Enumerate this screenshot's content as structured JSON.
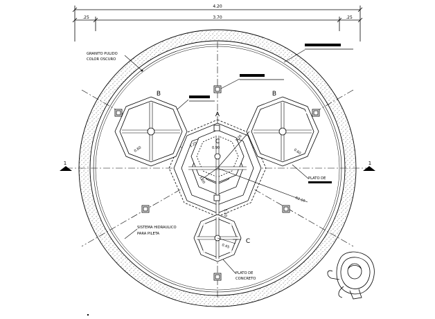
{
  "dimensions": {
    "overall": "4.20",
    "left_offset": ".25",
    "inner": "3.70",
    "right_offset": ".25"
  },
  "callouts": {
    "granite": [
      "GRANITO PULIDO",
      "COLOR OSCURO"
    ],
    "hydraulic": [
      "SISTEMA HIDRAULICO",
      "PARA PILETA"
    ],
    "plate_right": "PLATO DE",
    "plate_bottom": [
      "PLATO DE",
      "CONCRETO"
    ]
  },
  "section_marks": {
    "left": "1",
    "right": "1"
  },
  "plate_labels": {
    "a": "A",
    "c_center": "C",
    "b_left": "B",
    "b_right": "B",
    "c_lower": "C"
  },
  "radius_labels": {
    "r1": "0.60",
    "r2": "0.60",
    "r3": "1.20",
    "r4": "0.90",
    "r5": "1.00",
    "r6": "0.45",
    "r7": "1.10",
    "r8": "1.25",
    "outer": "R2.10"
  },
  "colors": {
    "line": "#000000",
    "background": "#ffffff",
    "stipple": "#444444"
  }
}
